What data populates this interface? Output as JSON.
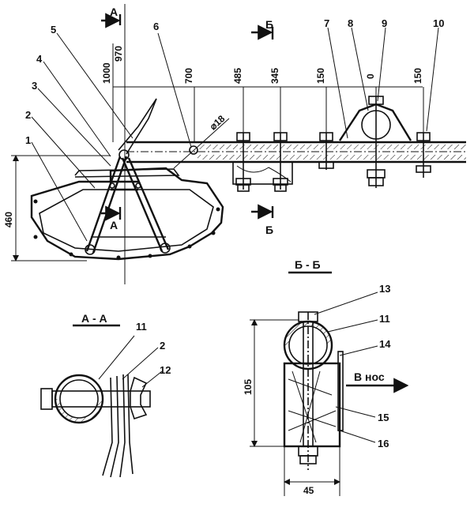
{
  "section_labels": {
    "a_top": "А",
    "a_mid": "А",
    "b_top": "Б",
    "b_bot": "Б",
    "aa_title": "А - А",
    "bb_title": "Б - Б"
  },
  "dimensions": {
    "d1000": "1000",
    "d970": "970",
    "d700": "700",
    "d485": "485",
    "d345": "345",
    "d150a": "150",
    "d0": "0",
    "d150b": "150",
    "dia18": "⌀18",
    "d460": "460",
    "d105": "105",
    "d45": "45"
  },
  "callouts": {
    "n1": "1",
    "n2": "2",
    "n3": "3",
    "n4": "4",
    "n5": "5",
    "n6": "6",
    "n7": "7",
    "n8": "8",
    "n9": "9",
    "n10": "10",
    "n11a": "11",
    "n2b": "2",
    "n12": "12",
    "n13": "13",
    "n11b": "11",
    "n14": "14",
    "n15": "15",
    "n16": "16"
  },
  "direction_label": "В нос"
}
